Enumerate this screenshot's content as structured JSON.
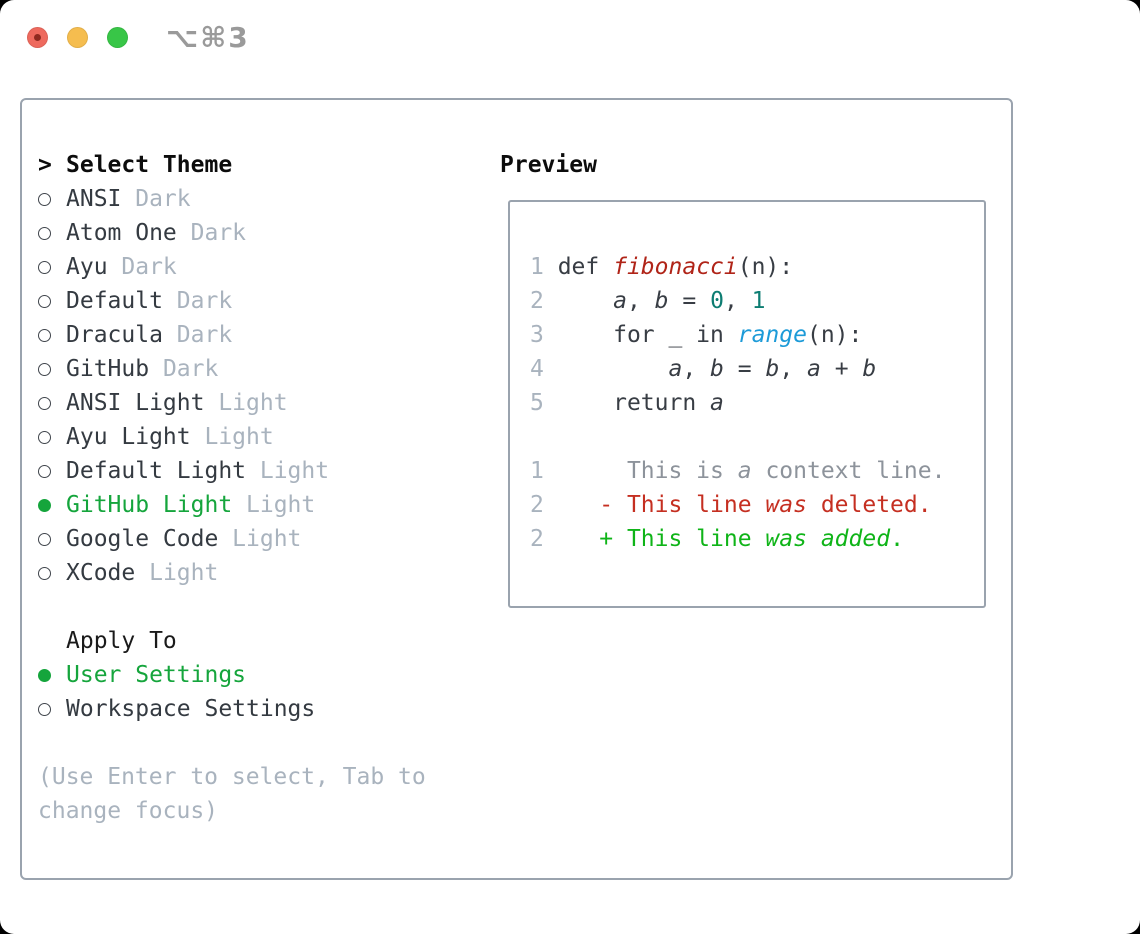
{
  "window": {
    "title": "⌥⌘3",
    "traffic_lights": [
      "close",
      "minimize",
      "zoom"
    ]
  },
  "theme_panel": {
    "prompt": ">",
    "title": "Select Theme",
    "themes": [
      {
        "name": "ANSI",
        "variant": "Dark",
        "selected": false
      },
      {
        "name": "Atom One",
        "variant": "Dark",
        "selected": false
      },
      {
        "name": "Ayu",
        "variant": "Dark",
        "selected": false
      },
      {
        "name": "Default",
        "variant": "Dark",
        "selected": false
      },
      {
        "name": "Dracula",
        "variant": "Dark",
        "selected": false
      },
      {
        "name": "GitHub",
        "variant": "Dark",
        "selected": false
      },
      {
        "name": "ANSI Light",
        "variant": "Light",
        "selected": false
      },
      {
        "name": "Ayu Light",
        "variant": "Light",
        "selected": false
      },
      {
        "name": "Default Light",
        "variant": "Light",
        "selected": false
      },
      {
        "name": "GitHub Light",
        "variant": "Light",
        "selected": true
      },
      {
        "name": "Google Code",
        "variant": "Light",
        "selected": false
      },
      {
        "name": "XCode",
        "variant": "Light",
        "selected": false
      }
    ],
    "apply_to": {
      "title": "Apply To",
      "options": [
        {
          "label": "User Settings",
          "selected": true
        },
        {
          "label": "Workspace Settings",
          "selected": false
        }
      ]
    },
    "hint": {
      "line1": "(Use Enter to select, Tab to",
      "line2": "change focus)"
    }
  },
  "preview": {
    "title": "Preview",
    "lines": [
      [
        [
          "1",
          "lineno"
        ],
        [
          " def ",
          "code"
        ],
        [
          "fibonacci",
          "func"
        ],
        [
          "(n):",
          "code"
        ]
      ],
      [
        [
          "2",
          "lineno"
        ],
        [
          "     ",
          "code"
        ],
        [
          "a",
          "var"
        ],
        [
          ", ",
          "code"
        ],
        [
          "b",
          "var"
        ],
        [
          " = ",
          "code"
        ],
        [
          "0",
          "number"
        ],
        [
          ", ",
          "code"
        ],
        [
          "1",
          "number"
        ]
      ],
      [
        [
          "3",
          "lineno"
        ],
        [
          "     for _ in ",
          "code"
        ],
        [
          "range",
          "builtin"
        ],
        [
          "(n):",
          "code"
        ]
      ],
      [
        [
          "4",
          "lineno"
        ],
        [
          "         ",
          "code"
        ],
        [
          "a",
          "var"
        ],
        [
          ", ",
          "code"
        ],
        [
          "b",
          "var"
        ],
        [
          " = ",
          "code"
        ],
        [
          "b",
          "var"
        ],
        [
          ", ",
          "code"
        ],
        [
          "a",
          "var"
        ],
        [
          " + ",
          "code"
        ],
        [
          "b",
          "var"
        ]
      ],
      [
        [
          "5",
          "lineno"
        ],
        [
          "     return ",
          "code"
        ],
        [
          "a",
          "var"
        ]
      ],
      [],
      [
        [
          "1",
          "lineno"
        ],
        [
          "      This is ",
          "context"
        ],
        [
          "a",
          "context_i"
        ],
        [
          " context line.",
          "context"
        ]
      ],
      [
        [
          "2",
          "lineno"
        ],
        [
          "    ",
          "code"
        ],
        [
          "- This line ",
          "deleted"
        ],
        [
          "was",
          "deleted_i"
        ],
        [
          " deleted.",
          "deleted"
        ]
      ],
      [
        [
          "2",
          "lineno"
        ],
        [
          "    ",
          "code"
        ],
        [
          "+ This line ",
          "added"
        ],
        [
          "was",
          "added_i"
        ],
        [
          " ",
          "added"
        ],
        [
          "added",
          "added_i"
        ],
        [
          ".",
          "added"
        ]
      ]
    ]
  },
  "colors": {
    "selection_green": "#15a53c",
    "added_green": "#0fb418",
    "deleted_red": "#c52f21",
    "function_red": "#b02418",
    "builtin_blue": "#1d9bd8",
    "number_teal": "#0d7d72",
    "secondary_gray": "#a9b3be",
    "context_gray": "#8d939b",
    "border_gray": "#9aa3ae"
  }
}
